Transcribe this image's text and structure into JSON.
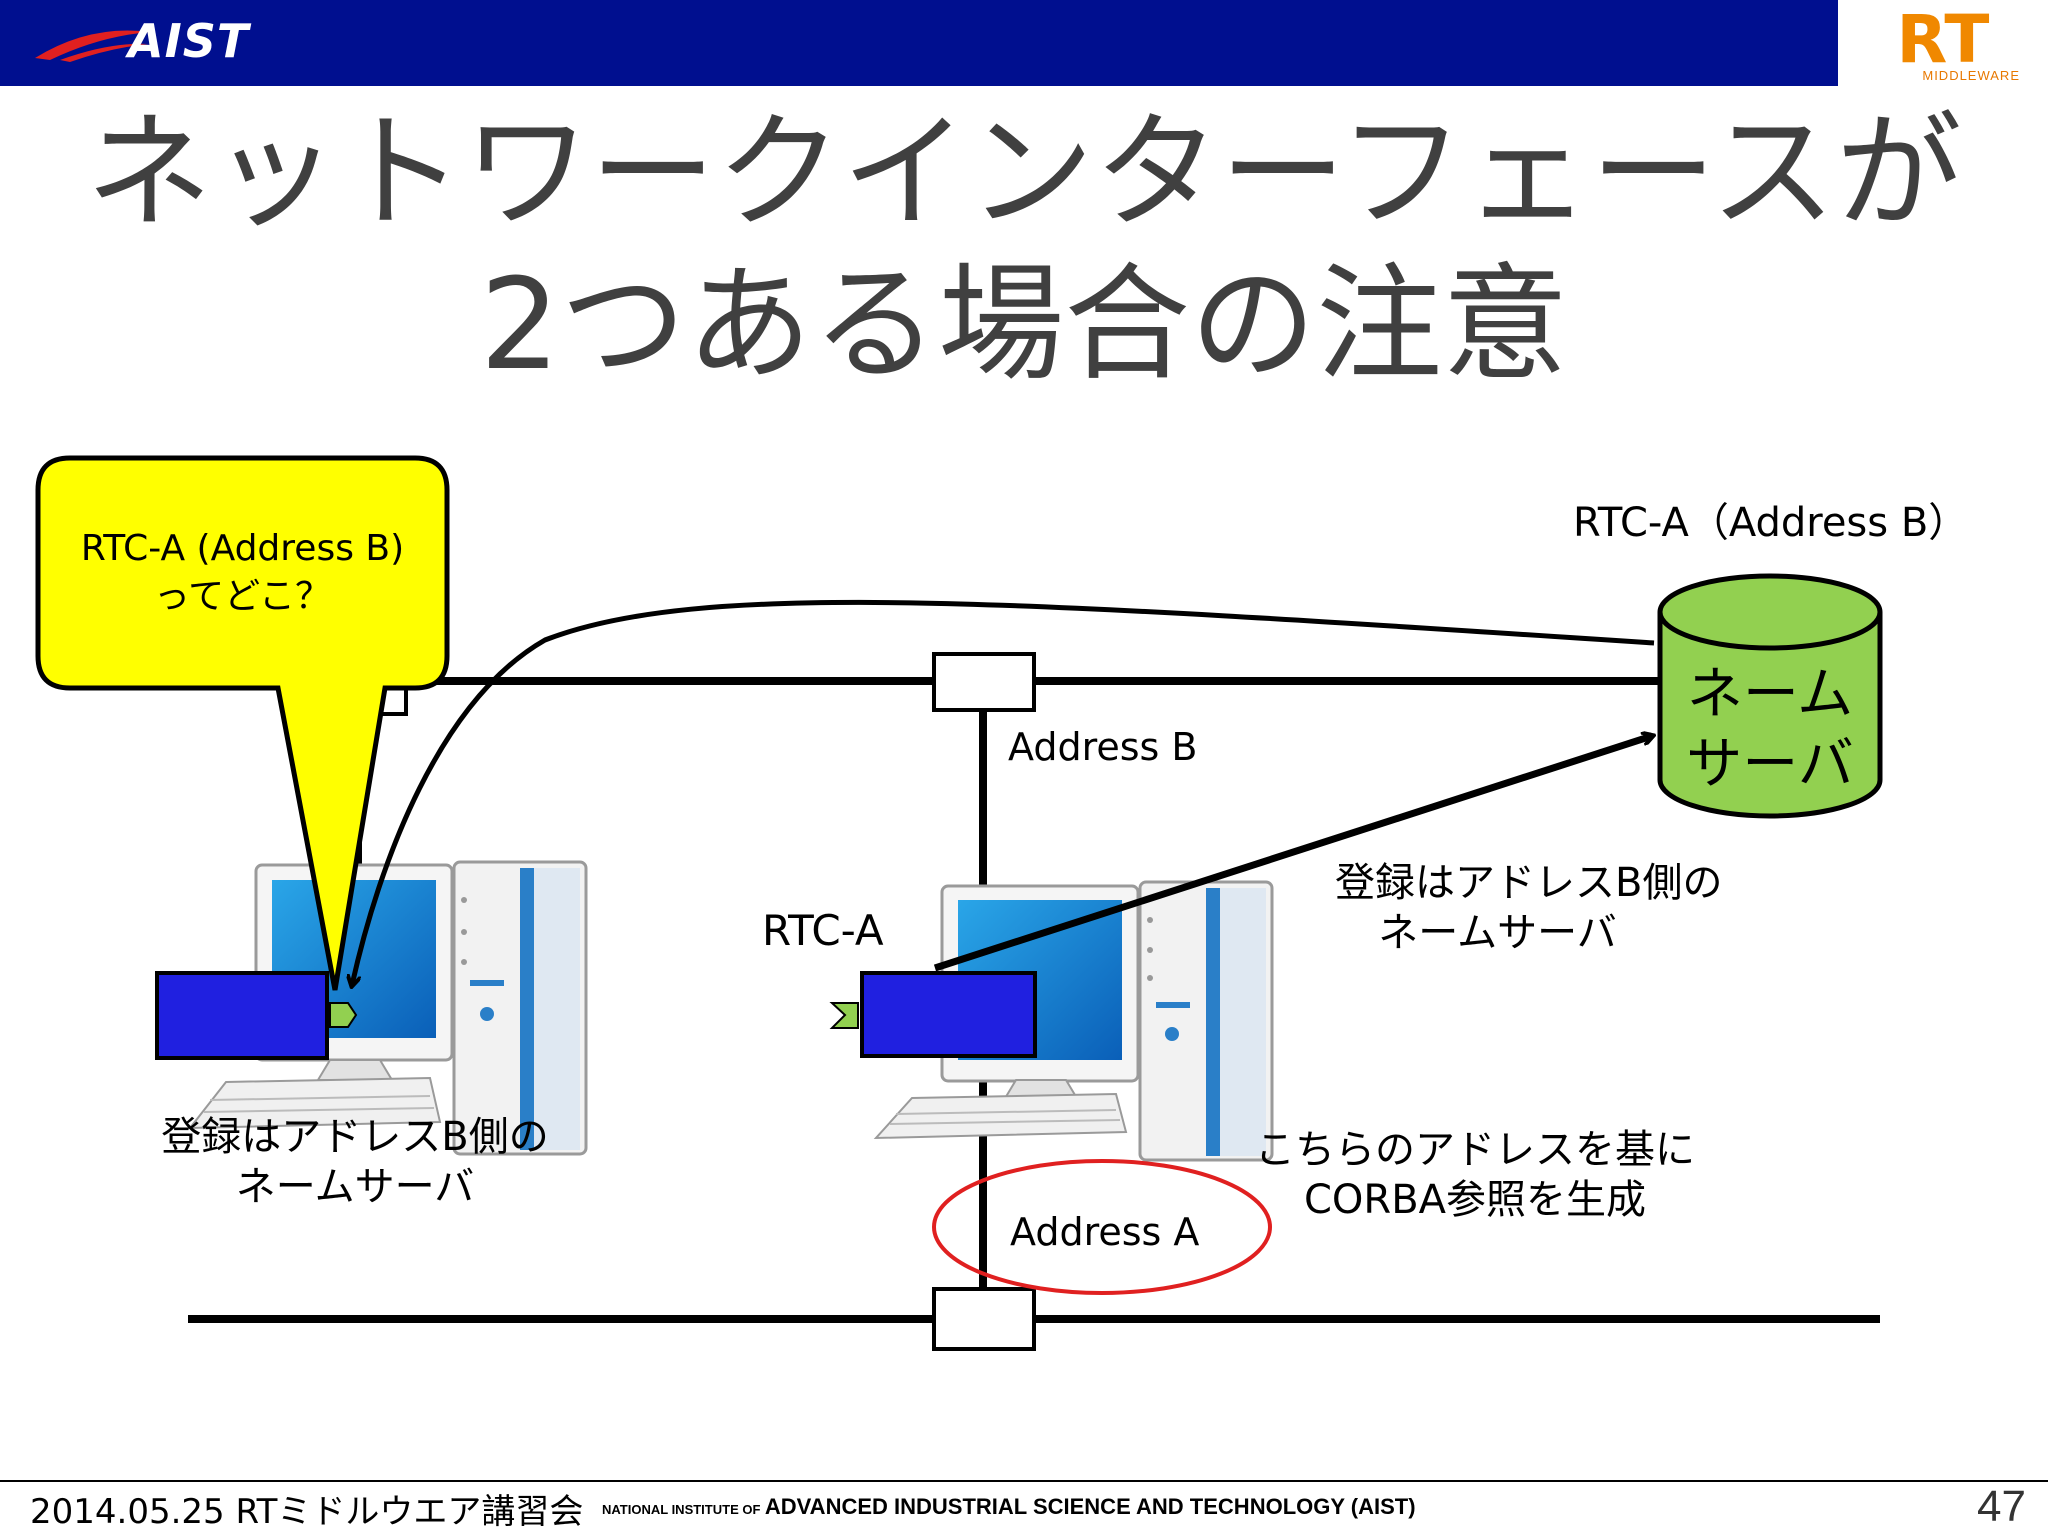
{
  "header": {
    "aist_logo_text": "AIST",
    "rt_logo_text": "RT",
    "rt_logo_subtext": "MIDDLEWARE"
  },
  "slide": {
    "title_line1": "ネットワークインターフェースが",
    "title_line2": "2つある場合の注意"
  },
  "diagram": {
    "callout_line1": "RTC-A (Address B)",
    "callout_line2": "ってどこ？",
    "name_server_label": "RTC-A（Address B）",
    "name_server_line1": "ネーム",
    "name_server_line2": "サーバ",
    "address_b": "Address B",
    "address_a": "Address A",
    "rtc_a_label": "RTC-A",
    "register_right_line1": "登録はアドレスB側の",
    "register_right_line2": "ネームサーバ",
    "register_left_line1": "登録はアドレスB側の",
    "register_left_line2": "ネームサーバ",
    "corba_line1": "こちらのアドレスを基に",
    "corba_line2": "CORBA参照を生成"
  },
  "footer": {
    "date_event": "2014.05.25 RTミドルウエア講習会",
    "institute_small": "NATIONAL INSTITUTE OF",
    "institute_big": "ADVANCED INDUSTRIAL SCIENCE AND TECHNOLOGY (AIST)",
    "page_number": "47"
  },
  "colors": {
    "header_bg": "#000f8f",
    "callout_fill": "#ffff00",
    "name_server_fill": "#92d050",
    "component_fill": "#2020e0",
    "highlight_ellipse": "#e02020",
    "port_fill": "#92d050"
  }
}
